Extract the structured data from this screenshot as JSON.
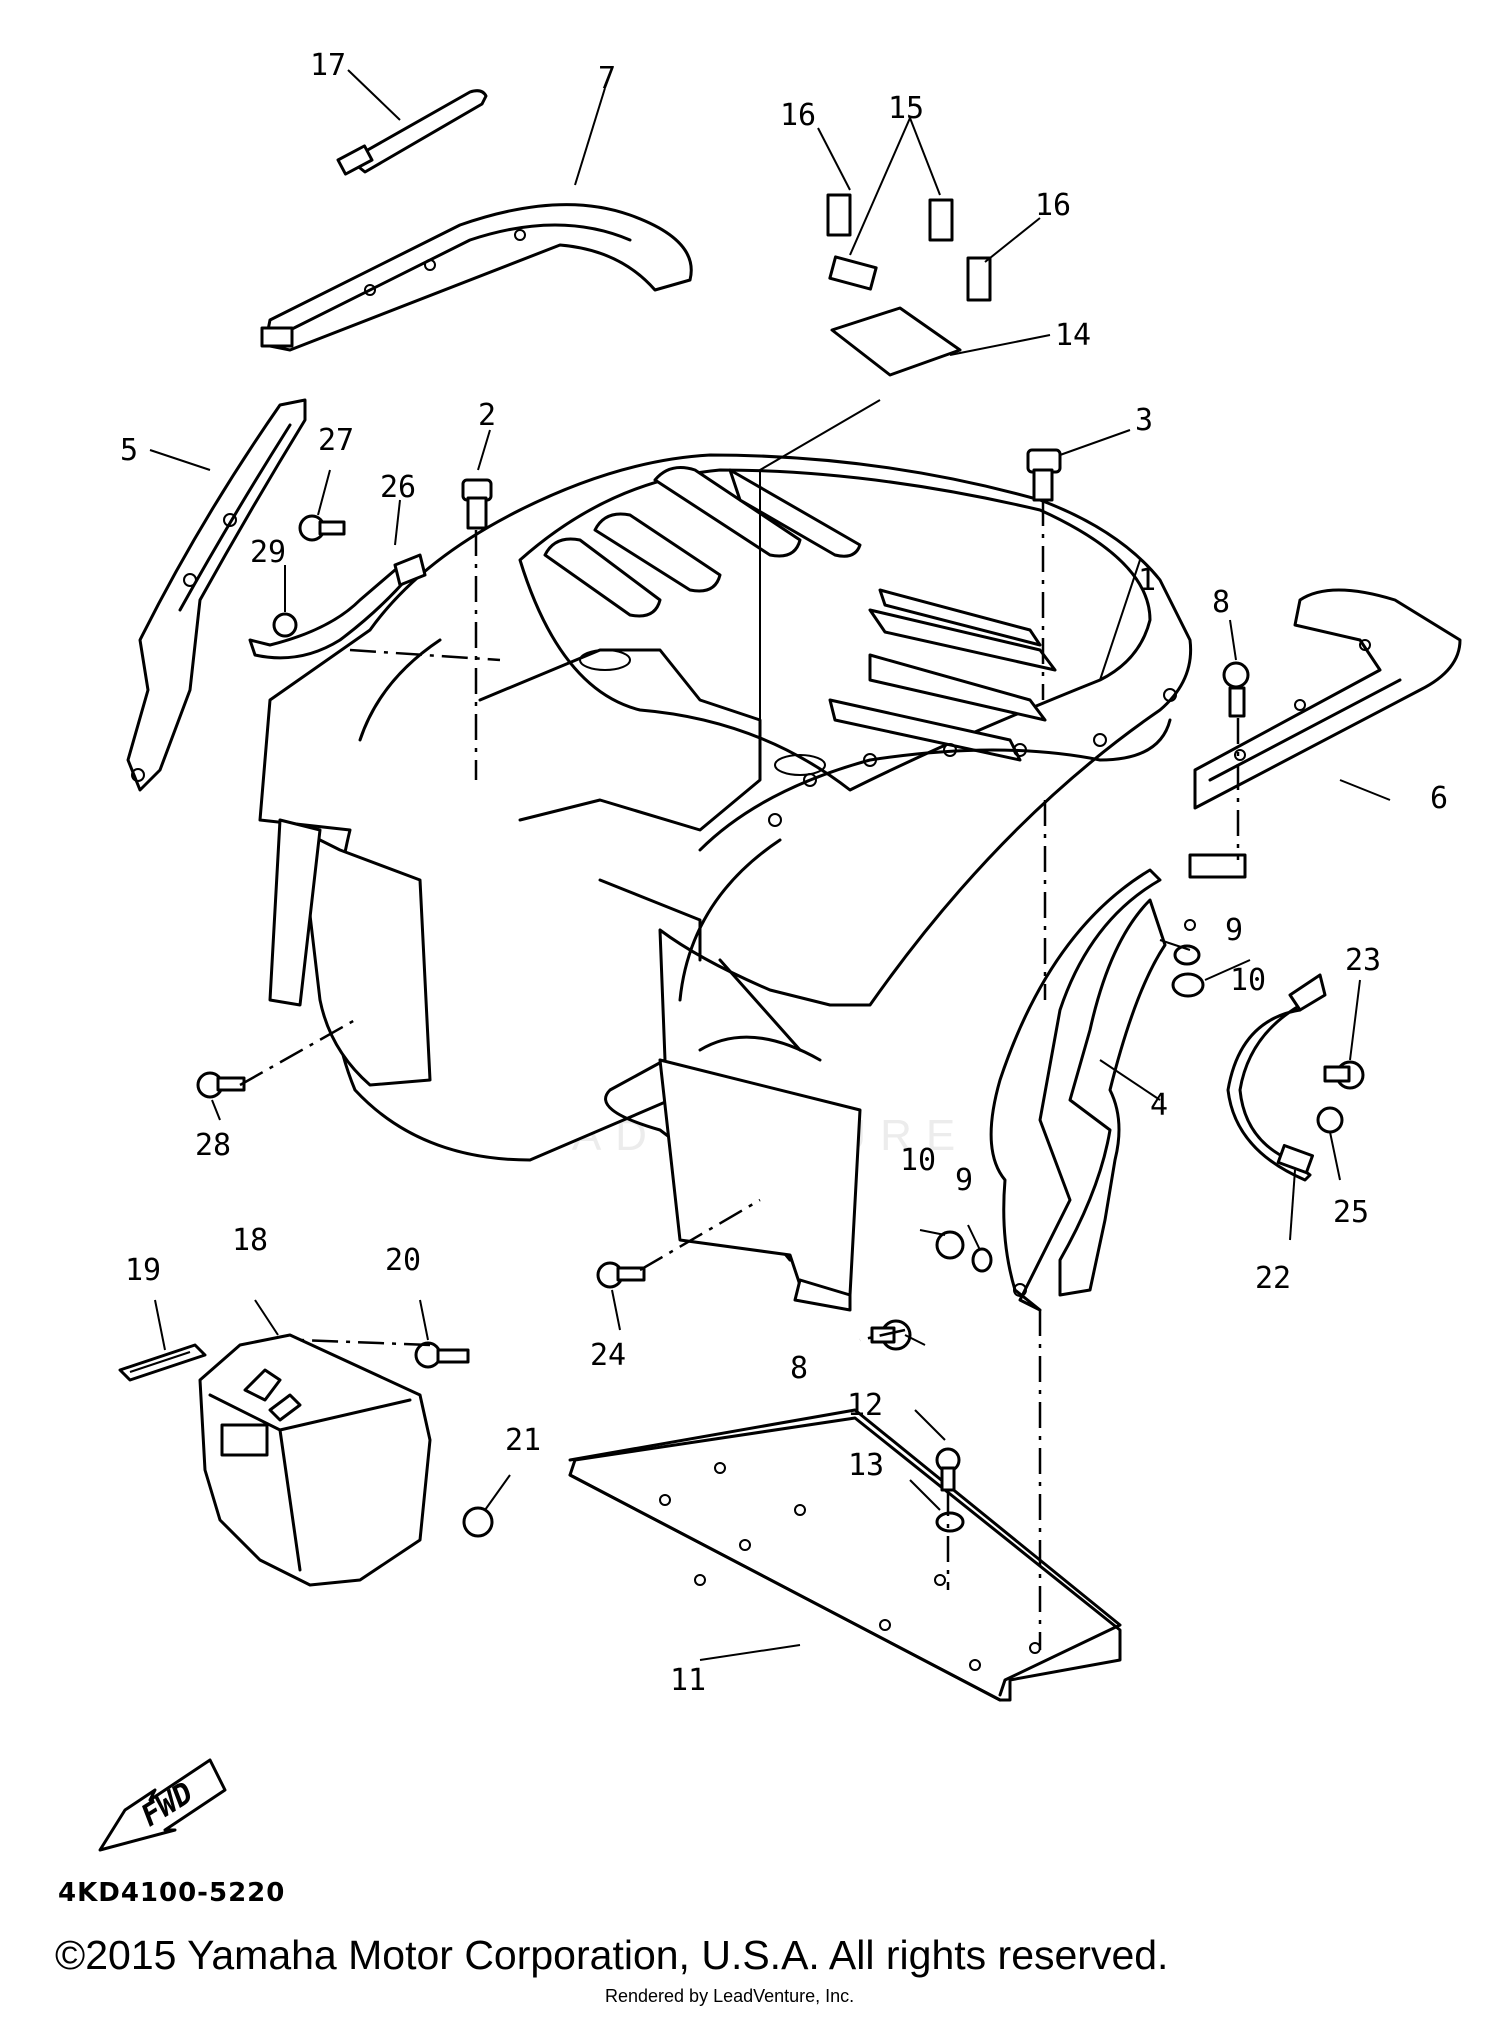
{
  "callouts": [
    {
      "id": "c1",
      "text": "1"
    },
    {
      "id": "c2",
      "text": "2"
    },
    {
      "id": "c3",
      "text": "3"
    },
    {
      "id": "c4",
      "text": "4"
    },
    {
      "id": "c5",
      "text": "5"
    },
    {
      "id": "c6",
      "text": "6"
    },
    {
      "id": "c7",
      "text": "7"
    },
    {
      "id": "c8a",
      "text": "8"
    },
    {
      "id": "c8b",
      "text": "8"
    },
    {
      "id": "c9a",
      "text": "9"
    },
    {
      "id": "c9b",
      "text": "9"
    },
    {
      "id": "c10a",
      "text": "10"
    },
    {
      "id": "c10b",
      "text": "10"
    },
    {
      "id": "c11",
      "text": "11"
    },
    {
      "id": "c12",
      "text": "12"
    },
    {
      "id": "c13",
      "text": "13"
    },
    {
      "id": "c14",
      "text": "14"
    },
    {
      "id": "c15",
      "text": "15"
    },
    {
      "id": "c16a",
      "text": "16"
    },
    {
      "id": "c16b",
      "text": "16"
    },
    {
      "id": "c17",
      "text": "17"
    },
    {
      "id": "c18",
      "text": "18"
    },
    {
      "id": "c19",
      "text": "19"
    },
    {
      "id": "c20",
      "text": "20"
    },
    {
      "id": "c21",
      "text": "21"
    },
    {
      "id": "c22",
      "text": "22"
    },
    {
      "id": "c23",
      "text": "23"
    },
    {
      "id": "c24",
      "text": "24"
    },
    {
      "id": "c25",
      "text": "25"
    },
    {
      "id": "c26",
      "text": "26"
    },
    {
      "id": "c27",
      "text": "27"
    },
    {
      "id": "c28",
      "text": "28"
    },
    {
      "id": "c29",
      "text": "29"
    }
  ],
  "fwd_label": "FWD",
  "diagram_code": "4KD4100-5220",
  "watermark": "LEADVENTURE",
  "copyright": "©2015 Yamaha Motor Corporation, U.S.A. All rights reserved.",
  "rendered_by": "Rendered by LeadVenture, Inc."
}
